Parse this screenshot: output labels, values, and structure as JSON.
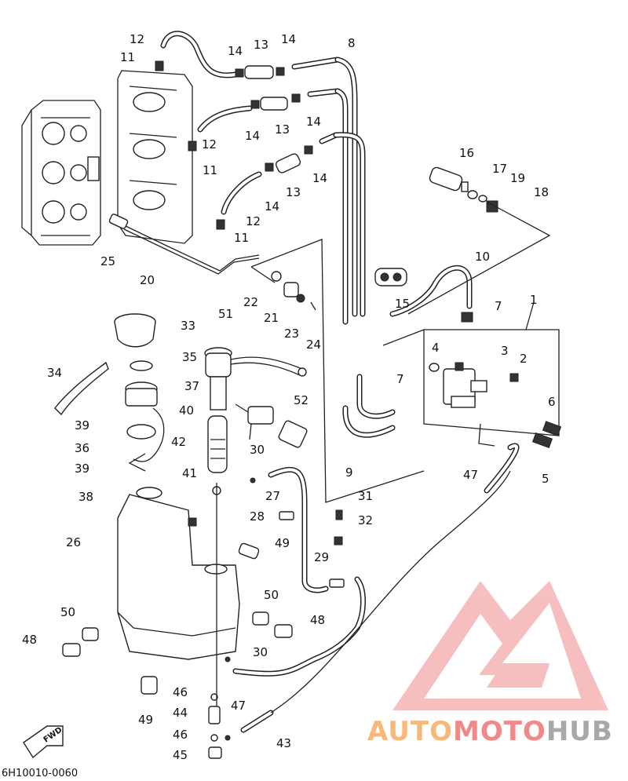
{
  "diagram": {
    "drawing_code": "6H10010-0060",
    "fwd_label": "FWD",
    "watermark": {
      "part1": "AUTO",
      "part2": "MOTO",
      "part3": "HUB",
      "color_orange": "#f7b97a",
      "color_red": "#f08a8a",
      "color_grey": "#a8a8a8"
    },
    "callouts": [
      "12",
      "11",
      "14",
      "13",
      "14",
      "8",
      "14",
      "13",
      "14",
      "12",
      "11",
      "14",
      "13",
      "14",
      "12",
      "11",
      "16",
      "17",
      "19",
      "18",
      "25",
      "20",
      "10",
      "15",
      "22",
      "21",
      "23",
      "24",
      "7",
      "51",
      "33",
      "35",
      "34",
      "37",
      "1",
      "3",
      "2",
      "4",
      "7",
      "6",
      "39",
      "40",
      "36",
      "42",
      "52",
      "30",
      "39",
      "38",
      "41",
      "27",
      "9",
      "47",
      "5",
      "31",
      "28",
      "32",
      "26",
      "49",
      "29",
      "50",
      "48",
      "50",
      "48",
      "30",
      "46",
      "47",
      "44",
      "46",
      "45",
      "43",
      "49"
    ]
  }
}
